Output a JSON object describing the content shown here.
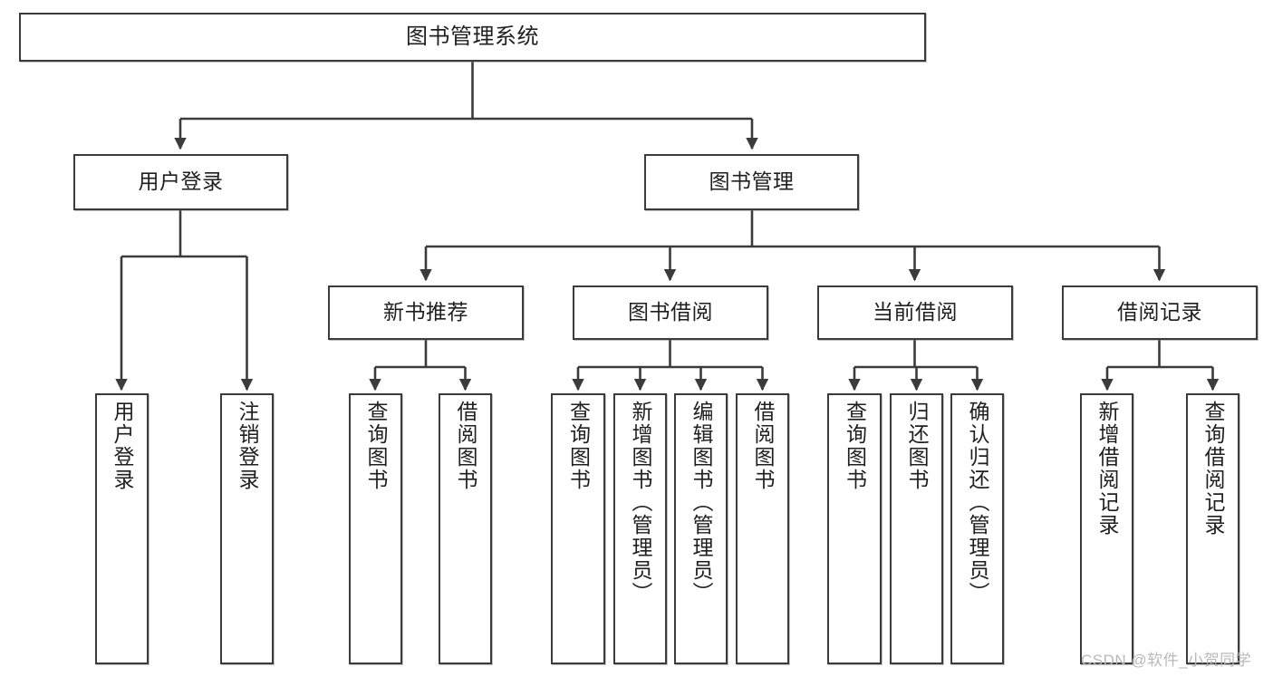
{
  "diagram": {
    "type": "tree-hierarchy-chart",
    "title_text": "图书管理系统",
    "colors": {
      "box_border": "#3b3b3b",
      "box_fill": "#ffffff",
      "edge": "#3b3b3b",
      "text": "#1f1f1f",
      "watermark": "#b9b9b9",
      "background": "#ffffff"
    }
  },
  "watermark": {
    "text": "CSDN @软件_小贺同学"
  },
  "nodes": {
    "root": {
      "label": "图书管理系统"
    },
    "level2": [
      {
        "id": "user-login",
        "label": "用户登录"
      },
      {
        "id": "book-management",
        "label": "图书管理"
      }
    ],
    "level3": [
      {
        "id": "new-book-recommend",
        "label": "新书推荐"
      },
      {
        "id": "book-borrow",
        "label": "图书借阅"
      },
      {
        "id": "current-borrow",
        "label": "当前借阅"
      },
      {
        "id": "borrow-record",
        "label": "借阅记录"
      }
    ],
    "leaves": {
      "user_login": [
        {
          "id": "leaf-user-login",
          "label": "用户登录"
        },
        {
          "id": "leaf-logout-login",
          "label": "注销登录"
        }
      ],
      "new_book_recommend": [
        {
          "id": "leaf-query-book-1",
          "label": "查询图书"
        },
        {
          "id": "leaf-borrow-book-1",
          "label": "借阅图书"
        }
      ],
      "book_borrow": [
        {
          "id": "leaf-query-book-2",
          "label": "查询图书"
        },
        {
          "id": "leaf-add-book",
          "label": "新增图书（管理员）"
        },
        {
          "id": "leaf-edit-book",
          "label": "编辑图书（管理员）"
        },
        {
          "id": "leaf-borrow-book-2",
          "label": "借阅图书"
        }
      ],
      "current_borrow": [
        {
          "id": "leaf-query-book-3",
          "label": "查询图书"
        },
        {
          "id": "leaf-return-book",
          "label": "归还图书"
        },
        {
          "id": "leaf-confirm-return",
          "label": "确认归还（管理员）"
        }
      ],
      "borrow_record": [
        {
          "id": "leaf-add-record",
          "label": "新增借阅记录"
        },
        {
          "id": "leaf-query-record",
          "label": "查询借阅记录"
        }
      ]
    }
  }
}
